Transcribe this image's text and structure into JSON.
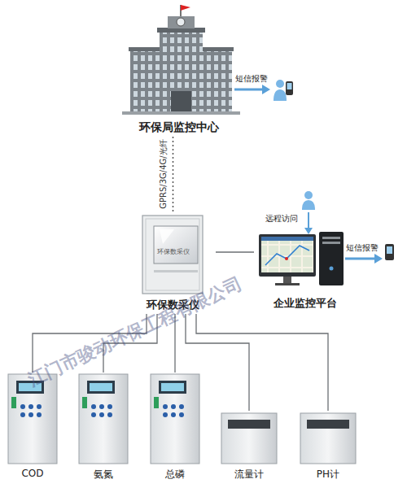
{
  "diagram": {
    "nodes": [
      {
        "text": [
          "环保局监控中心"
        ]
      },
      {
        "text": [
          "环保数采仪",
          "环保数采仪"
        ]
      },
      {
        "text": [
          "企业监控平台"
        ]
      },
      {
        "text": [
          "COD"
        ]
      },
      {
        "text": [
          "氨氮"
        ]
      },
      {
        "text": [
          "总磷"
        ]
      },
      {
        "text": [
          "流量计"
        ]
      },
      {
        "text": [
          "PH计"
        ]
      }
    ],
    "edges": [
      {
        "from": 0,
        "to": 1,
        "label": "GPRS/3G/4G/光纤",
        "arrow": "none"
      },
      {
        "from": 1,
        "to": 2,
        "arrow": "none"
      },
      {
        "from": 1,
        "to": 3,
        "arrow": "none"
      },
      {
        "from": 1,
        "to": 4,
        "arrow": "none"
      },
      {
        "from": 1,
        "to": 5,
        "arrow": "none"
      },
      {
        "from": 1,
        "to": 6,
        "arrow": "none"
      },
      {
        "from": 1,
        "to": 7,
        "arrow": "none"
      }
    ],
    "labels": [
      "短信报警",
      "远程访问",
      "短信报警",
      "江门市骏动环保工程有限公司"
    ]
  }
}
